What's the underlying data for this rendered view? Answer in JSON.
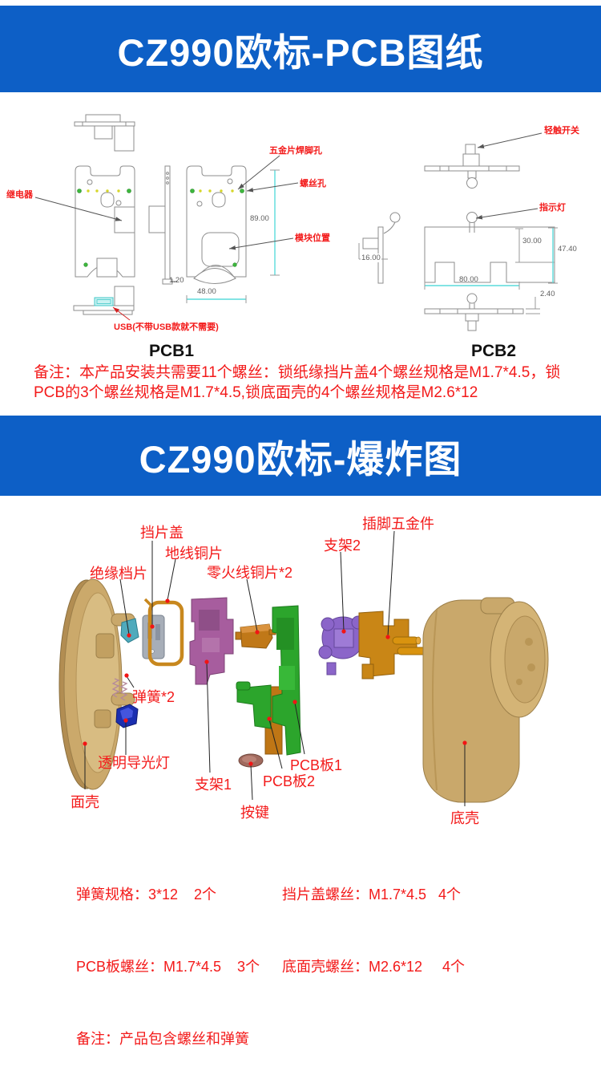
{
  "colors": {
    "banner_blue": "#0D5FC6",
    "label_red": "#F31A1A",
    "dim_cyan": "#5ADCDC",
    "drawing_gray": "#8e8e8e",
    "shell_tan": "#C9A86B",
    "pcb_green": "#2CA52C",
    "copper_orange": "#C07818",
    "bracket_purple": "#A75D9E",
    "bracket_violet": "#8B65C9"
  },
  "banners": {
    "pcb_title": "CZ990欧标-PCB图纸",
    "exploded_title": "CZ990欧标-爆炸图"
  },
  "pcb_section": {
    "pcb1": {
      "caption": "PCB1",
      "labels": {
        "relay": "继电器",
        "hardware_solder_holes": "五金片焊脚孔",
        "screw_hole": "螺丝孔",
        "module_position": "模块位置",
        "usb": "USB(不带USB款就不需要)"
      },
      "dims": {
        "height": "89.00",
        "thickness": "1.20",
        "width": "48.00"
      }
    },
    "pcb2": {
      "caption": "PCB2",
      "labels": {
        "tact_switch": "轻触开关",
        "indicator": "指示灯"
      },
      "dims": {
        "side": "16.00",
        "notch": "30.00",
        "height": "47.40",
        "width": "80.00",
        "thickness": "2.40"
      }
    },
    "note": "备注：本产品安装共需要11个螺丝：锁纸缘挡片盖4个螺丝规格是M1.7*4.5，锁PCB的3个螺丝规格是M1.7*4.5,锁底面壳的4个螺丝规格是M2.6*12"
  },
  "exploded_section": {
    "labels": {
      "insulation": "绝缘档片",
      "baffle_cover": "挡片盖",
      "ground_copper": "地线铜片",
      "live_neutral_copper": "零火线铜片*2",
      "bracket2": "支架2",
      "pin_hardware": "插脚五金件",
      "springs": "弹簧*2",
      "light_guide": "透明导光灯",
      "front_shell": "面壳",
      "bracket1": "支架1",
      "pcb_board1": "PCB板1",
      "pcb_board2": "PCB板2",
      "button": "按键",
      "bottom_shell": "底壳"
    },
    "notes_left": [
      "弹簧规格：3*12    2个",
      "PCB板螺丝：M1.7*4.5    3个",
      "备注：产品包含螺丝和弹簧"
    ],
    "notes_right": [
      "挡片盖螺丝：M1.7*4.5   4个",
      "底面壳螺丝：M2.6*12     4个"
    ]
  }
}
